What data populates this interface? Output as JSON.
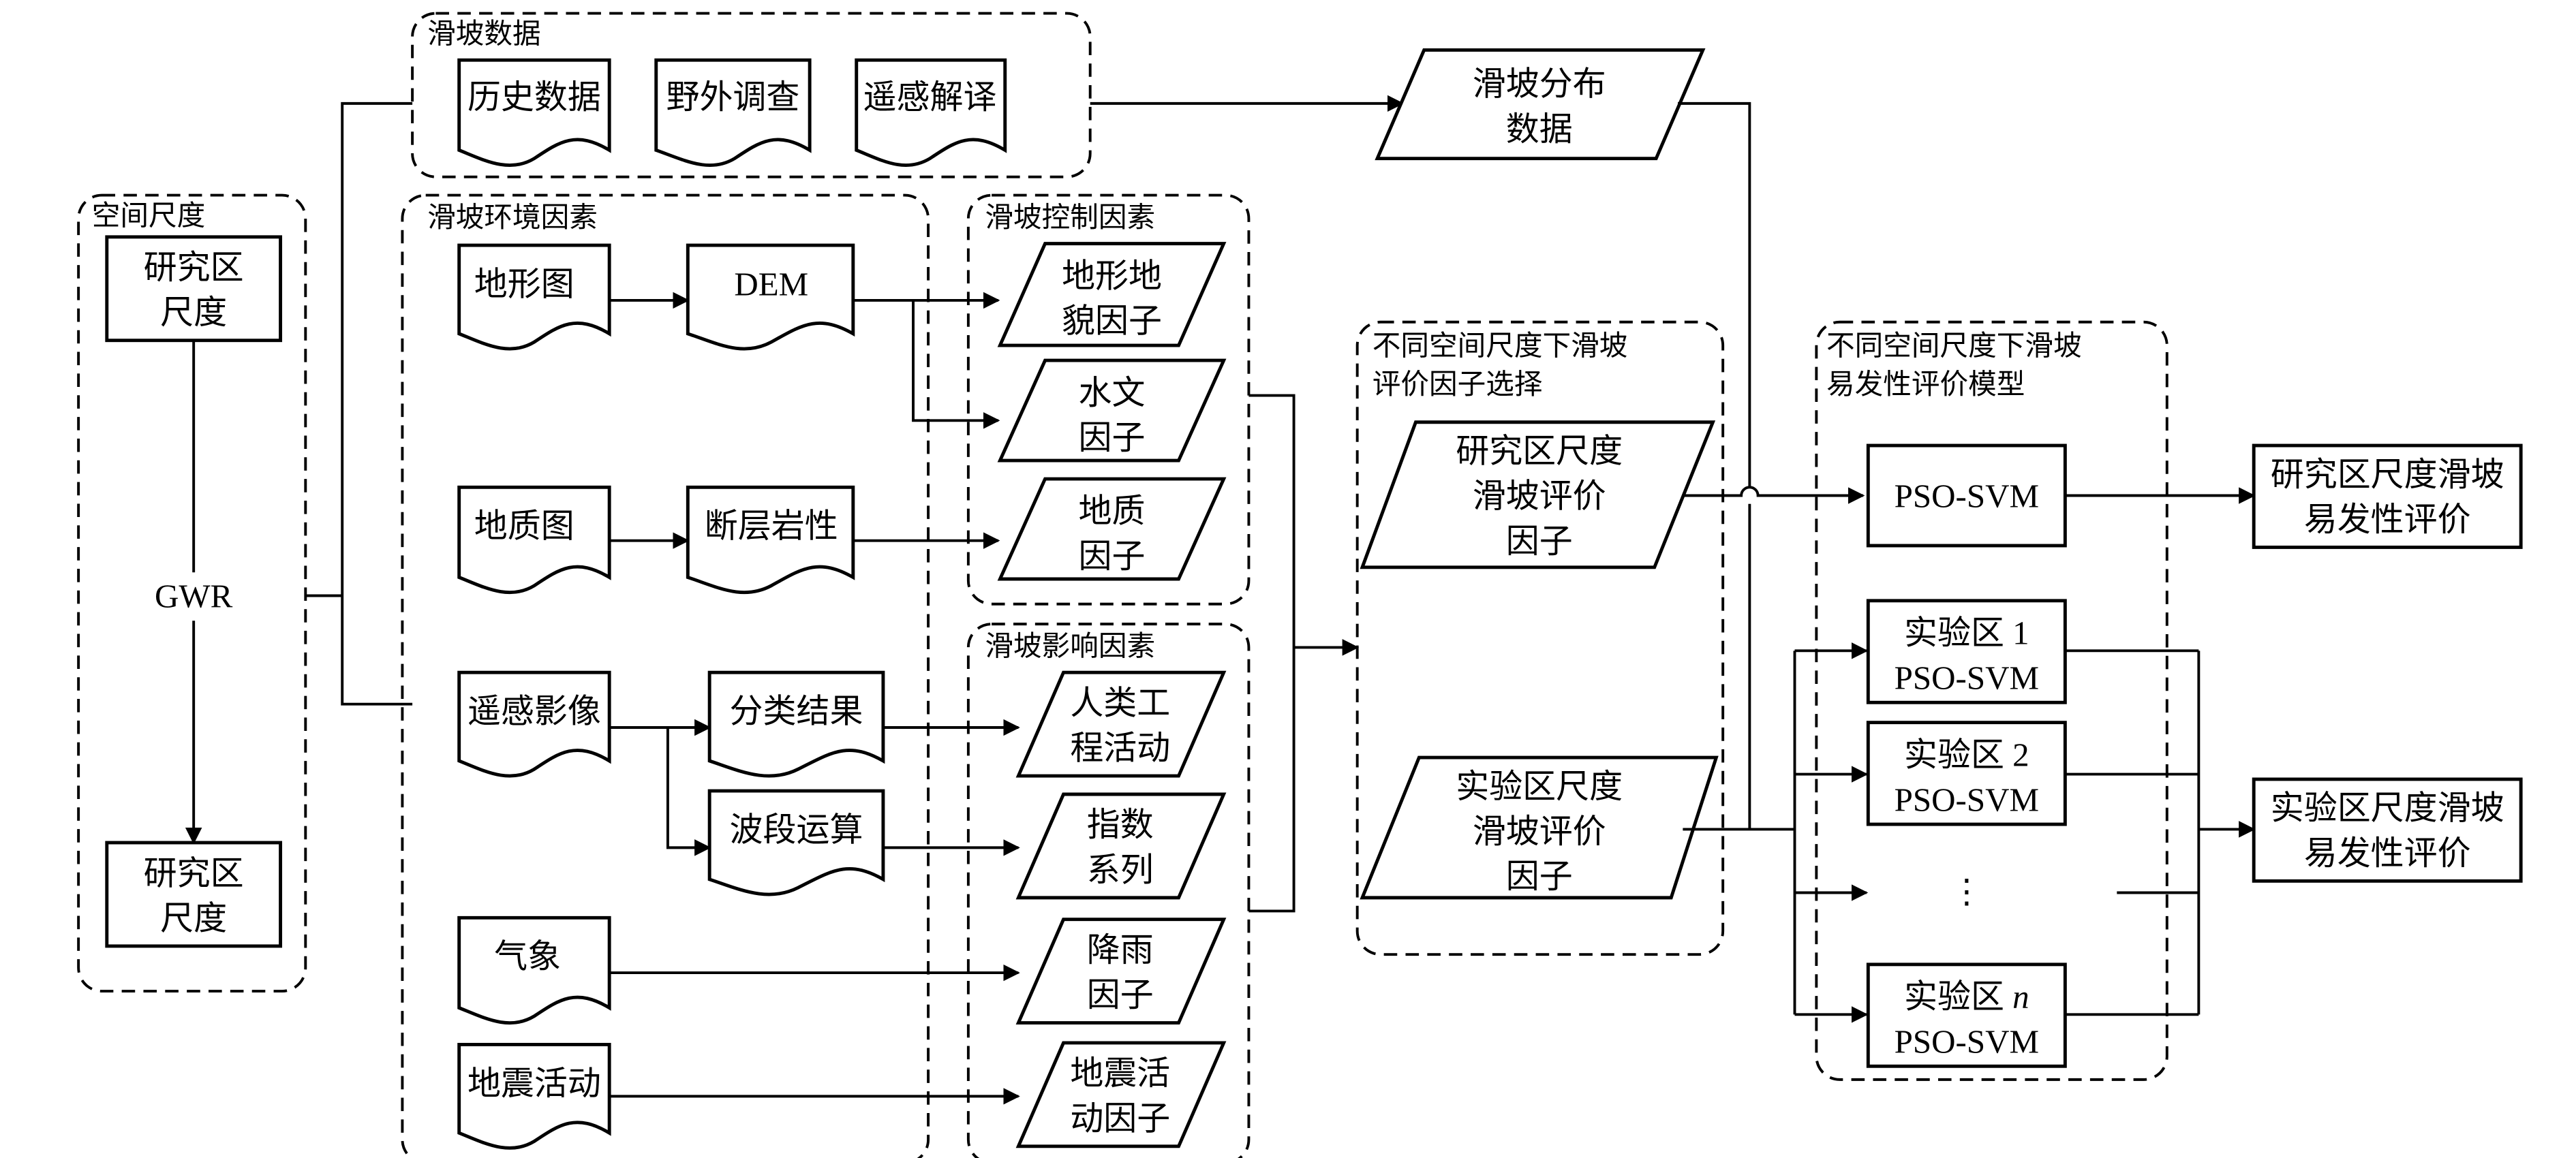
{
  "groups": {
    "spatial_scale": "空间尺度",
    "landslide_data": "滑坡数据",
    "environment_factors": "滑坡环境因素",
    "control_factors": "滑坡控制因素",
    "influence_factors": "滑坡影响因素",
    "factor_selection": [
      "不同空间尺度下滑坡",
      "评价因子选择"
    ],
    "model": [
      "不同空间尺度下滑坡",
      "易发性评价模型"
    ]
  },
  "spatial": {
    "top_box": [
      "研究区",
      "尺度"
    ],
    "method": "GWR",
    "bottom_box": [
      "研究区",
      "尺度"
    ]
  },
  "data_docs": [
    "历史数据",
    "野外调查",
    "遥感解译"
  ],
  "distribution": [
    "滑坡分布",
    "数据"
  ],
  "env_docs": {
    "topo_map": "地形图",
    "dem": "DEM",
    "geo_map": "地质图",
    "fault": "断层岩性",
    "rs_image": "遥感影像",
    "classification": "分类结果",
    "band_math": "波段运算",
    "meteorology": "气象",
    "seismic": "地震活动"
  },
  "control_factors": [
    [
      "地形地",
      "貌因子"
    ],
    [
      "水文",
      "因子"
    ],
    [
      "地质",
      "因子"
    ]
  ],
  "influence_factors": [
    [
      "人类工",
      "程活动"
    ],
    [
      "指数",
      "系列"
    ],
    [
      "降雨",
      "因子"
    ],
    [
      "地震活",
      "动因子"
    ]
  ],
  "selection": {
    "study": [
      "研究区尺度",
      "滑坡评价",
      "因子"
    ],
    "experiment": [
      "实验区尺度",
      "滑坡评价",
      "因子"
    ]
  },
  "models": {
    "study": "PSO-SVM",
    "exp1": [
      "实验区 1",
      "PSO-SVM"
    ],
    "exp2": [
      "实验区 2",
      "PSO-SVM"
    ],
    "ellipsis": "⋮",
    "expn_prefix": "实验区 ",
    "expn_var": "n",
    "expn_model": "PSO-SVM"
  },
  "outputs": {
    "study": [
      "研究区尺度滑坡",
      "易发性评价"
    ],
    "experiment": [
      "实验区尺度滑坡",
      "易发性评价"
    ]
  }
}
